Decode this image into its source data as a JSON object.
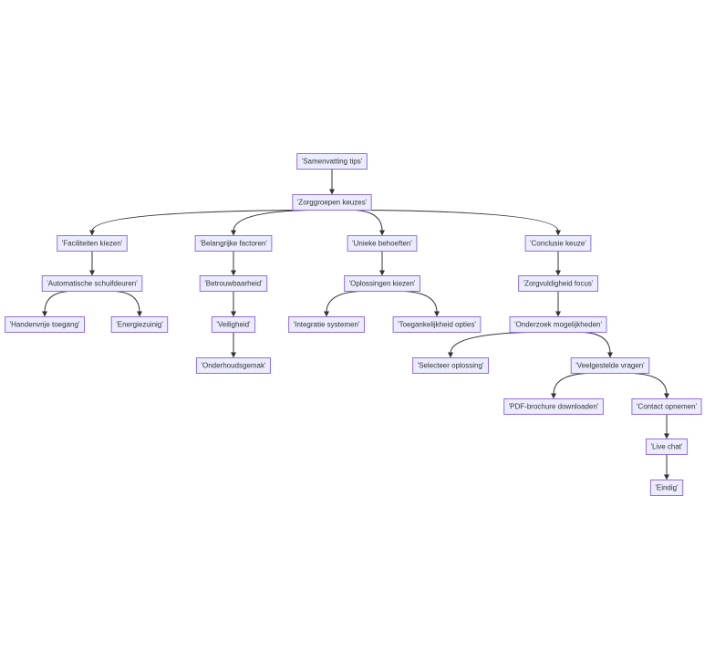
{
  "diagram": {
    "type": "flowchart-tree",
    "nodes": [
      {
        "id": "n0",
        "label": "'Samenvatting tips'"
      },
      {
        "id": "n1",
        "label": "'Zorggroepen keuzes'"
      },
      {
        "id": "n2",
        "label": "'Faciliteiten kiezen'"
      },
      {
        "id": "n3",
        "label": "'Belangrijke factoren'"
      },
      {
        "id": "n4",
        "label": "'Unieke behoeften'"
      },
      {
        "id": "n5",
        "label": "'Conclusie keuze'"
      },
      {
        "id": "n6",
        "label": "'Automatische schuifdeuren'"
      },
      {
        "id": "n7",
        "label": "'Betrouwbaarheid'"
      },
      {
        "id": "n8",
        "label": "'Oplossingen kiezen'"
      },
      {
        "id": "n9",
        "label": "'Zorgvuldigheid focus'"
      },
      {
        "id": "n10",
        "label": "'Handenvrije toegang'"
      },
      {
        "id": "n11",
        "label": "'Energiezuinig'"
      },
      {
        "id": "n12",
        "label": "'Veiligheid'"
      },
      {
        "id": "n13",
        "label": "'Integratie systemen'"
      },
      {
        "id": "n14",
        "label": "'Toegankelijkheid opties'"
      },
      {
        "id": "n15",
        "label": "'Onderzoek mogelijkheden'"
      },
      {
        "id": "n16",
        "label": "'Onderhoudsgemak'"
      },
      {
        "id": "n17",
        "label": "'Selecteer oplossing'"
      },
      {
        "id": "n18",
        "label": "'Veelgestelde vragen'"
      },
      {
        "id": "n19",
        "label": "'PDF-brochure downloaden'"
      },
      {
        "id": "n20",
        "label": "'Contact opnemen'"
      },
      {
        "id": "n21",
        "label": "'Live chat'"
      },
      {
        "id": "n22",
        "label": "'Eindig'"
      }
    ],
    "edges": [
      [
        "n0",
        "n1"
      ],
      [
        "n1",
        "n2"
      ],
      [
        "n1",
        "n3"
      ],
      [
        "n1",
        "n4"
      ],
      [
        "n1",
        "n5"
      ],
      [
        "n2",
        "n6"
      ],
      [
        "n3",
        "n7"
      ],
      [
        "n4",
        "n8"
      ],
      [
        "n5",
        "n9"
      ],
      [
        "n6",
        "n10"
      ],
      [
        "n6",
        "n11"
      ],
      [
        "n7",
        "n12"
      ],
      [
        "n8",
        "n13"
      ],
      [
        "n8",
        "n14"
      ],
      [
        "n9",
        "n15"
      ],
      [
        "n12",
        "n16"
      ],
      [
        "n15",
        "n17"
      ],
      [
        "n15",
        "n18"
      ],
      [
        "n18",
        "n19"
      ],
      [
        "n18",
        "n20"
      ],
      [
        "n20",
        "n21"
      ],
      [
        "n21",
        "n22"
      ]
    ]
  }
}
